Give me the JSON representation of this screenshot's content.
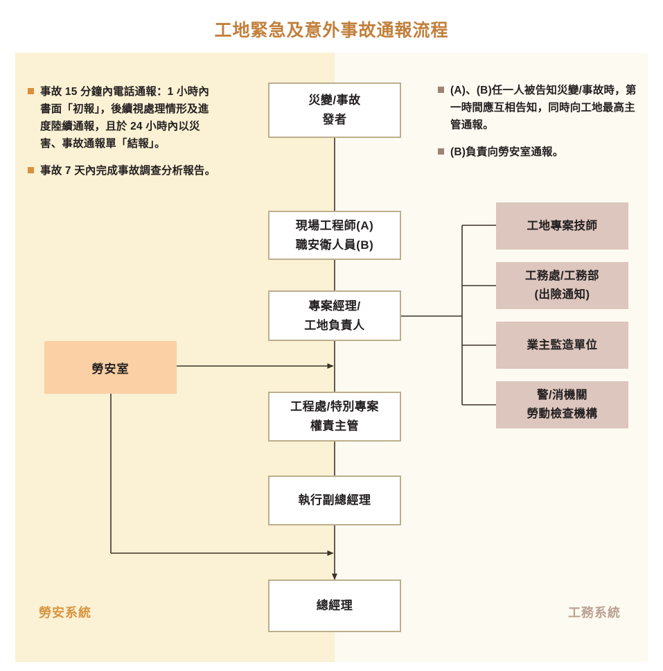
{
  "title": "工地緊急及意外事故通報流程",
  "colors": {
    "title": "#C1803C",
    "panel_left_bg": "#FBF1D4",
    "panel_right_bg": "#FDFAF1",
    "node_border": "#BCAE8C",
    "node_bg": "#FFFFFF",
    "pink_node_bg": "#DCC6BE",
    "orange_node_bg": "#FAD0A4",
    "bullet_left": "#D98F3C",
    "bullet_right": "#9E8273",
    "sys_label_left": "#D7953F",
    "sys_label_right": "#B9A193",
    "connector": "#3B3228"
  },
  "left_notes": {
    "bullets": [
      "事故 15 分鐘內電話通報：1 小時內書面「初報」，後續視處理情形及進度陸續通報，且於 24 小時內以災害、事故通報單「結報」。",
      "事故 7 天內完成事故調查分析報告。"
    ]
  },
  "right_notes": {
    "bullets": [
      "(A)、(B)任一人被告知災變/事故時，第一時間應互相告知，同時向工地最高主管通報。",
      "(B)負責向勞安室通報。"
    ]
  },
  "flow_nodes": [
    {
      "id": "incident-reporter",
      "lines": [
        "災變/事故",
        "發者"
      ]
    },
    {
      "id": "site-engineer-safety",
      "lines": [
        "現場工程師(A)",
        "職安衛人員(B)"
      ]
    },
    {
      "id": "project-manager",
      "lines": [
        "專案經理/",
        "工地負責人"
      ]
    },
    {
      "id": "engineering-dept-head",
      "lines": [
        "工程處/特別專案",
        "權責主管"
      ]
    },
    {
      "id": "executive-vp",
      "lines": [
        "執行副總經理"
      ]
    },
    {
      "id": "general-manager",
      "lines": [
        "總經理"
      ]
    }
  ],
  "branch_nodes": [
    {
      "id": "site-project-technician",
      "lines": [
        "工地專案技師"
      ]
    },
    {
      "id": "works-dept-insurance",
      "lines": [
        "工務處/工務部",
        "(出險通知)"
      ]
    },
    {
      "id": "owner-supervision-unit",
      "lines": [
        "業主監造單位"
      ]
    },
    {
      "id": "police-fire-labor-inspection",
      "lines": [
        "警/消機關",
        "勞動檢查機構"
      ]
    }
  ],
  "safety_office": {
    "id": "safety-office",
    "label": "勞安室"
  },
  "system_labels": {
    "left": "勞安系統",
    "right": "工務系統"
  }
}
